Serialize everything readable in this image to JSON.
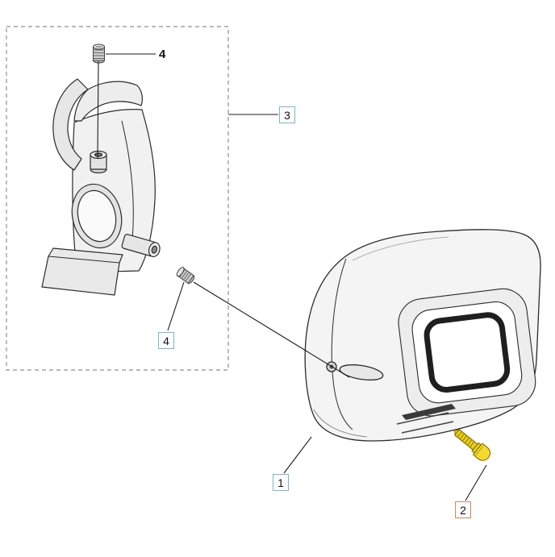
{
  "diagram": {
    "callouts": {
      "part4_top": {
        "label": "4"
      },
      "part3": {
        "label": "3"
      },
      "part4_bottom": {
        "label": "4"
      },
      "part1": {
        "label": "1"
      },
      "part2": {
        "label": "2"
      }
    },
    "colors": {
      "accent_blue": "#7db3c7",
      "accent_orange": "#d2845c",
      "screw_yellow": "#edd019",
      "line_dark": "#1d1d1d"
    }
  }
}
